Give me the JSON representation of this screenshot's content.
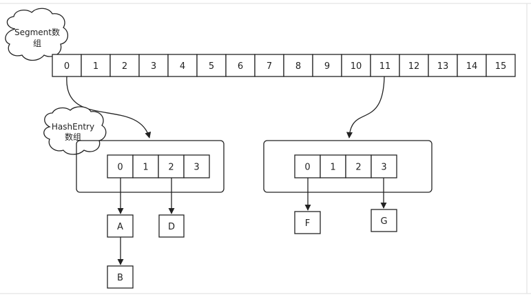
{
  "segment": {
    "label": "Segment数组",
    "label_lines": [
      "Segment数",
      "组"
    ],
    "indices": [
      "0",
      "1",
      "2",
      "3",
      "4",
      "5",
      "6",
      "7",
      "8",
      "9",
      "10",
      "11",
      "12",
      "13",
      "14",
      "15"
    ]
  },
  "hashentry": {
    "label": "HashEntry数组",
    "label_lines": [
      "HashEntry",
      "数组"
    ]
  },
  "tables": [
    {
      "indices": [
        "0",
        "1",
        "2",
        "3"
      ]
    },
    {
      "indices": [
        "0",
        "1",
        "2",
        "3"
      ]
    }
  ],
  "nodes": {
    "A": "A",
    "B": "B",
    "D": "D",
    "F": "F",
    "G": "G"
  },
  "colors": {
    "stroke": "#222222",
    "background": "#ffffff",
    "frame": "#dddddd"
  }
}
